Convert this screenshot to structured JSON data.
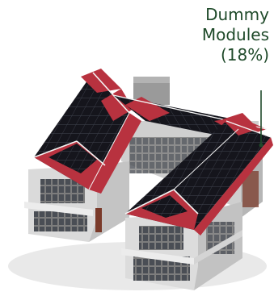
{
  "callout": {
    "line1": "Dummy",
    "line2": "Modules",
    "line3": "(18%)"
  },
  "colors": {
    "module": "#15151c",
    "dummy_module": "#b8323f",
    "wall": "#d9d9d9",
    "frame": "#8f8f8f",
    "leader": "#1f4a2a"
  }
}
